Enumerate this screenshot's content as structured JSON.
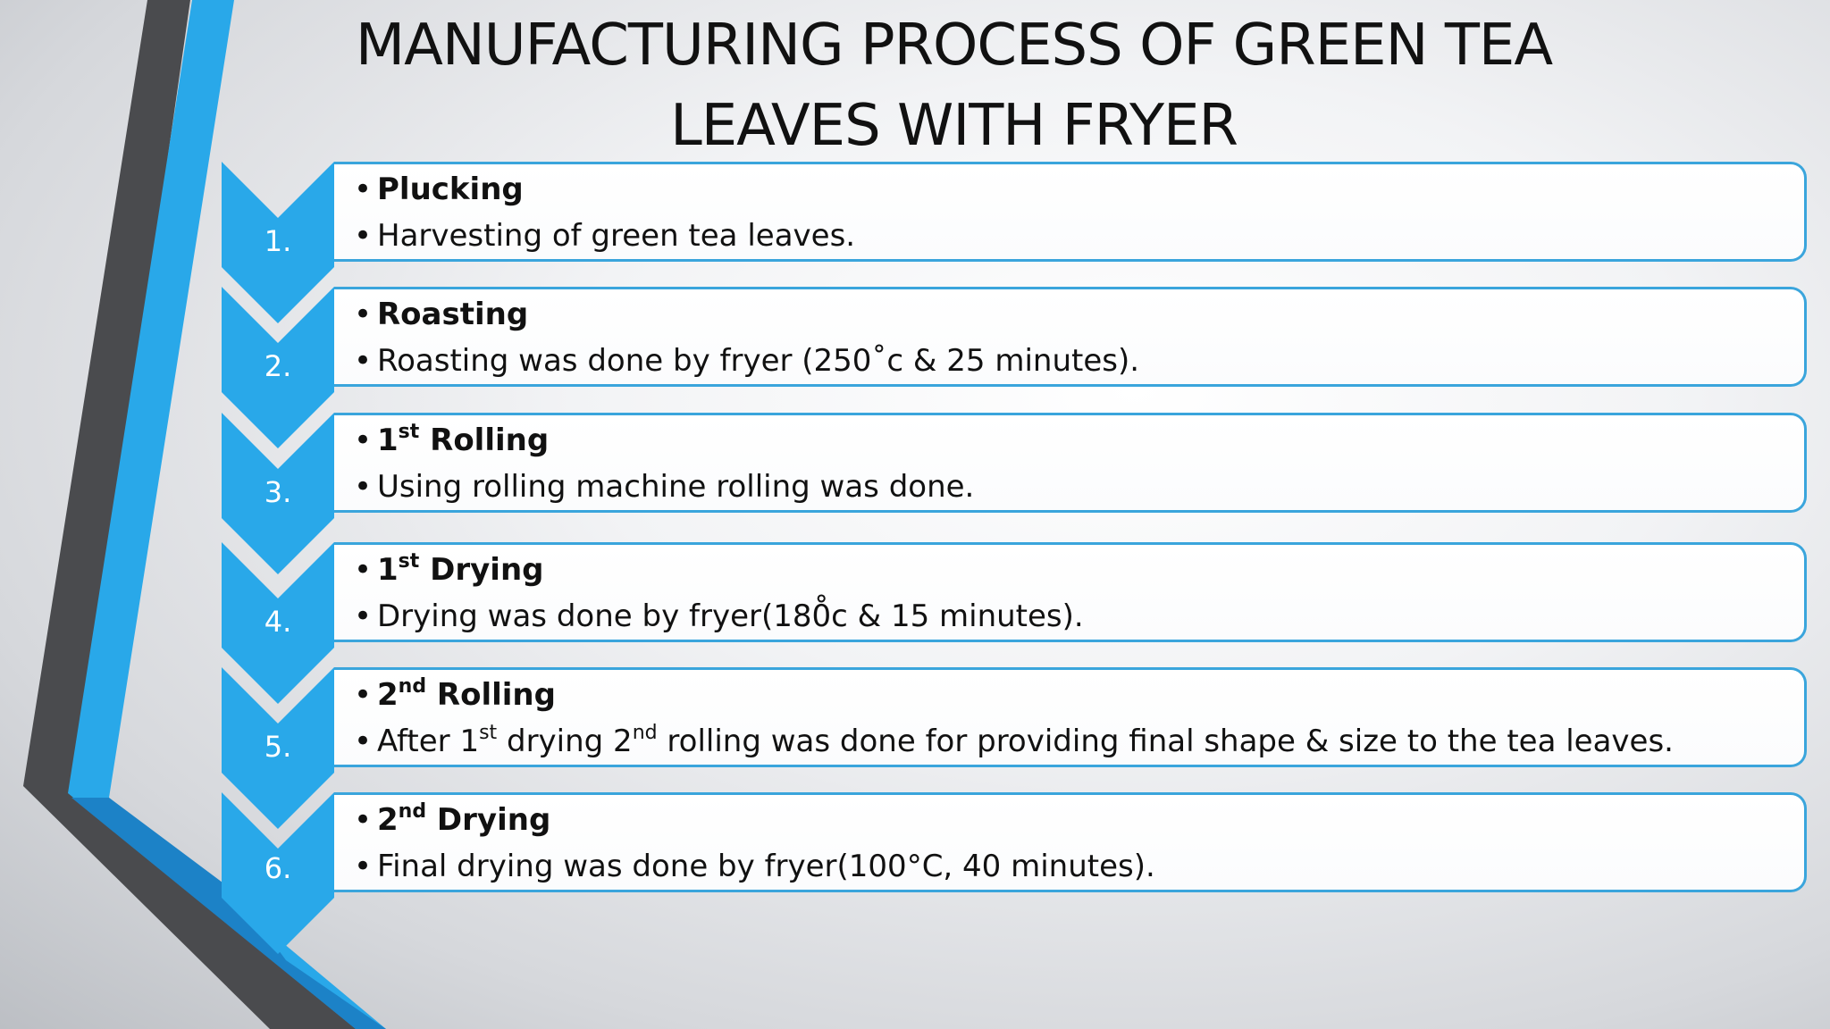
{
  "title": {
    "line1": "MANUFACTURING PROCESS OF GREEN TEA",
    "line2": "LEAVES WITH FRYER"
  },
  "colors": {
    "accent_blue": "#29a8e9",
    "dark_blue": "#1c82c7",
    "dark_gray": "#4a4b4e",
    "card_border": "#3aa5dc"
  },
  "steps": [
    {
      "number": "1.",
      "heading": {
        "text": "Plucking"
      },
      "detail": {
        "text": "Harvesting of green tea leaves."
      }
    },
    {
      "number": "2.",
      "heading": {
        "text": "Roasting"
      },
      "detail": {
        "text": "Roasting was done by fryer (250˚c & 25 minutes)."
      }
    },
    {
      "number": "3.",
      "heading": {
        "ord": "1",
        "sup": "st",
        "text": " Rolling"
      },
      "detail": {
        "text": "Using rolling machine rolling was done."
      }
    },
    {
      "number": "4.",
      "heading": {
        "ord": "1",
        "sup": "st",
        "text": " Drying"
      },
      "detail": {
        "text": "Drying was done by fryer(180̊c & 15 minutes)."
      }
    },
    {
      "number": "5.",
      "heading": {
        "ord": "2",
        "sup": "nd",
        "text": " Rolling"
      },
      "detail": {
        "p1": "After 1",
        "s1": "st",
        "p2": " drying 2",
        "s2": "nd",
        "p3": " rolling was done for providing final shape & size to the tea leaves."
      }
    },
    {
      "number": "6.",
      "heading": {
        "ord": "2",
        "sup": "nd",
        "text": " Drying"
      },
      "detail": {
        "text": "Final drying was done by fryer(100°C, 40 minutes)."
      }
    }
  ]
}
